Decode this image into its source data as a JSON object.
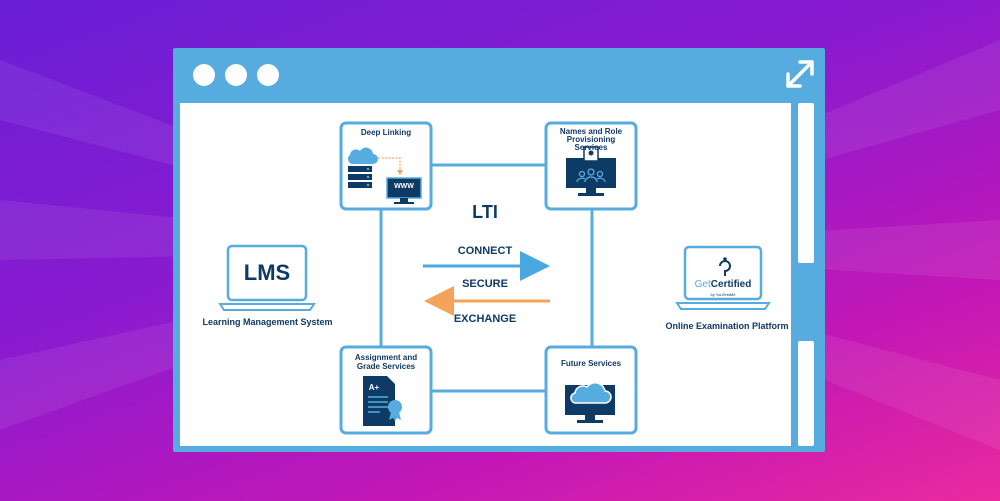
{
  "window": {
    "has_expand_icon": true
  },
  "center": {
    "title": "LTI",
    "connect": "CONNECT",
    "secure": "SECURE",
    "exchange": "EXCHANGE"
  },
  "boxes": {
    "deep_linking": {
      "title": "Deep Linking",
      "www": "WWW"
    },
    "names_roles": {
      "title_line1": "Names and Role",
      "title_line2": "Provisioning",
      "title_line3": "Services"
    },
    "assignment": {
      "title_line1": "Assignment and",
      "title_line2": "Grade Services",
      "grade": "A+"
    },
    "future": {
      "title": "Future Services"
    }
  },
  "lms": {
    "logo": "LMS",
    "caption": "Learning Management System"
  },
  "platform": {
    "logo_get": "Get",
    "logo_certified": "Certified",
    "logo_by": "by YouTestMe",
    "caption": "Online Examination Platform"
  },
  "colors": {
    "accent_blue": "#56acde",
    "navy": "#0e3a66",
    "arrow_blue": "#4aa8e0",
    "arrow_orange": "#f4a35a"
  }
}
